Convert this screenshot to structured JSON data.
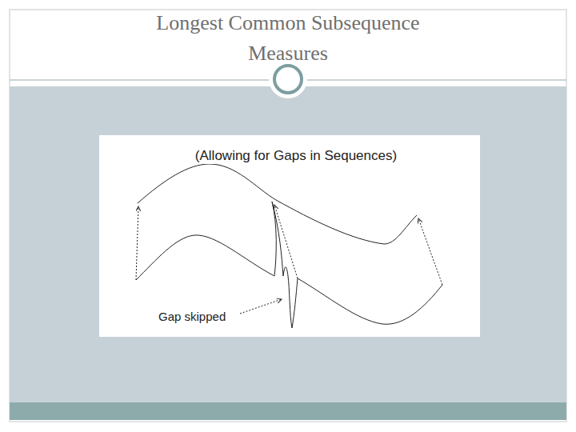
{
  "diagram": {
    "title": "Longest Common Subsequence Measures",
    "labels": [
      "(Allowing for Gaps in Sequences)",
      "Gap skipped"
    ]
  }
}
